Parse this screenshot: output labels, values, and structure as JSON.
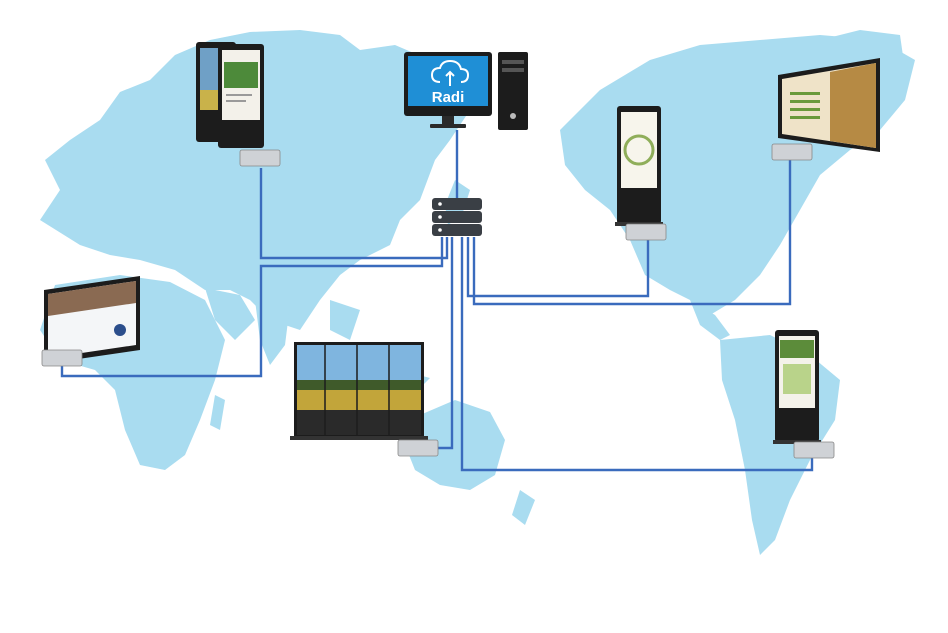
{
  "diagram": {
    "server_brand": "Radi",
    "colors": {
      "land": "#a9dcf0",
      "link": "#3a6bbd",
      "screen_frame": "#1c1c1c",
      "player_box": "#cfd2d6"
    },
    "nodes": [
      {
        "id": "control-pc",
        "icon": "desktop-computer-icon"
      },
      {
        "id": "network-switch",
        "icon": "server-switch-icon"
      },
      {
        "id": "kiosk-north-europe",
        "icon": "dual-kiosk-icon"
      },
      {
        "id": "tv-africa-west",
        "icon": "wall-display-icon"
      },
      {
        "id": "video-wall-asia-south",
        "icon": "video-wall-icon"
      },
      {
        "id": "kiosk-north-america",
        "icon": "standing-kiosk-icon"
      },
      {
        "id": "display-canada",
        "icon": "wall-display-icon"
      },
      {
        "id": "kiosk-south-america",
        "icon": "standing-kiosk-icon"
      }
    ]
  }
}
